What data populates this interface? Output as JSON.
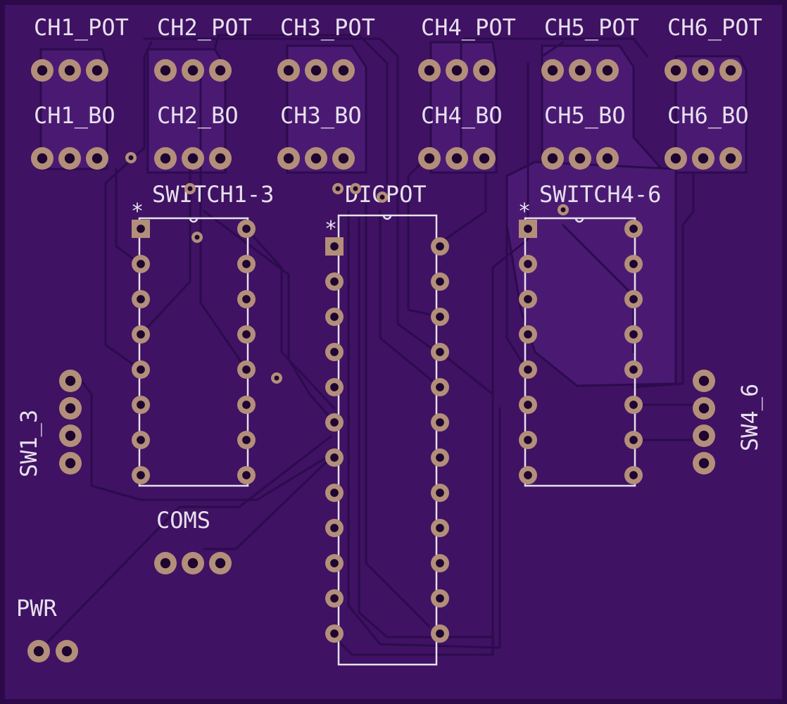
{
  "colors": {
    "board": "#3f1263",
    "board_edge": "#2c0a4a",
    "pour": "#4a1a73",
    "trace": "#2c0b4e",
    "silk": "#e6e0ec",
    "pad_ring": "#b38f7a",
    "pad_hole": "#1e0630"
  },
  "labels": {
    "ch1_pot": "CH1_POT",
    "ch2_pot": "CH2_POT",
    "ch3_pot": "CH3_POT",
    "ch4_pot": "CH4_POT",
    "ch5_pot": "CH5_POT",
    "ch6_pot": "CH6_POT",
    "ch1_bo": "CH1_BO",
    "ch2_bo": "CH2_BO",
    "ch3_bo": "CH3_BO",
    "ch4_bo": "CH4_BO",
    "ch5_bo": "CH5_BO",
    "ch6_bo": "CH6_BO",
    "switch1_3": "SWITCH1-3",
    "digpot": "DIGPOT",
    "switch4_6": "SWITCH4-6",
    "sw1_3": "SW1_3",
    "sw4_6": "SW4_6",
    "coms": "COMS",
    "pwr": "PWR",
    "pin1_mark": "*"
  }
}
